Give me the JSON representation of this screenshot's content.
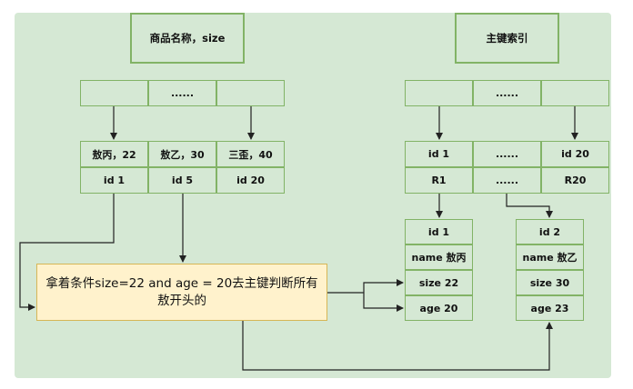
{
  "secondary_index": {
    "title": "商品名称，size",
    "top_nodes": [
      "",
      "......",
      ""
    ],
    "leaf_names": [
      "敖丙，22",
      "敖乙，30",
      "三歪，40"
    ],
    "leaf_ids": [
      "id 1",
      "id 5",
      "id 20"
    ]
  },
  "primary_index": {
    "title": "主键索引",
    "top_nodes": [
      "",
      "......",
      ""
    ],
    "leaf_ids": [
      "id 1",
      "......",
      "id 20"
    ],
    "leaf_rows": [
      "R1",
      "......",
      "R20"
    ]
  },
  "query": {
    "text_line1": "拿着条件size=22 and age = 20去主键判断所有",
    "text_line2": "敖开头的"
  },
  "record_1": {
    "fields": [
      "id 1",
      "name 敖丙",
      "size 22",
      "age 20"
    ]
  },
  "record_2": {
    "fields": [
      "id 2",
      "name 敖乙",
      "size 30",
      "age 23"
    ]
  },
  "colors": {
    "panel": "#d5e8d4",
    "node_border": "#82b366",
    "query_fill": "#fff2cc",
    "query_border": "#d6b656",
    "wire": "#222222"
  }
}
